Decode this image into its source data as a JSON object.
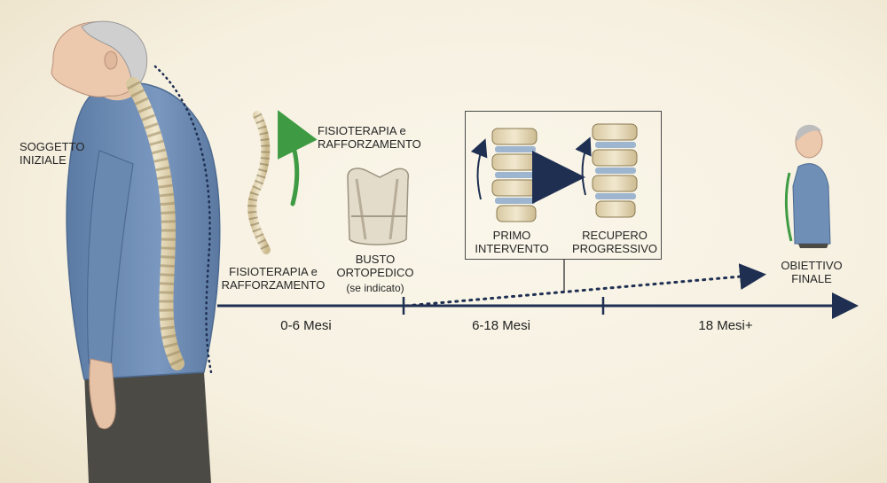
{
  "labels": {
    "initial_subject": "SOGGETTO\nINIZIALE",
    "physio_top": "FISIOTERAPIA e\nRAFFORZAMENTO",
    "physio_bottom": "FISIOTERAPIA e\nRAFFORZAMENTO",
    "brace": "BUSTO\nORTOPEDICO",
    "brace_note": "(se indicato)",
    "first_intervention": "PRIMO\nINTERVENTO",
    "progressive_recovery": "RECUPERO\nPROGRESSIVO",
    "final_goal": "OBIETTIVO\nFINALE"
  },
  "timeline": {
    "phases": [
      "0-6 Mesi",
      "6-18 Mesi",
      "18 Mesi+"
    ]
  },
  "colors": {
    "timeline": "#1f2f52",
    "shirt": "#6f8fb6",
    "bone": "#e8dcbc",
    "green_arrow": "#3f9b43",
    "disc_blue": "#9db5cf"
  }
}
